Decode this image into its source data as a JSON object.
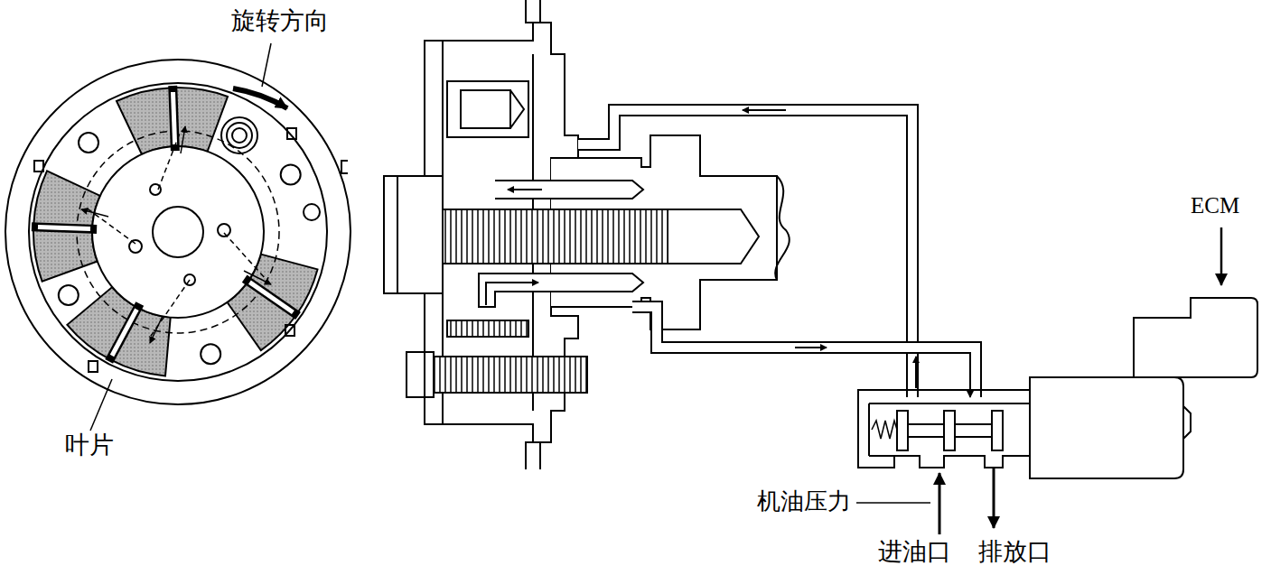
{
  "diagram": {
    "labels": [
      "旋转方向",
      "叶片",
      "ECM",
      "机油压力",
      "进油口",
      "排放口"
    ]
  }
}
